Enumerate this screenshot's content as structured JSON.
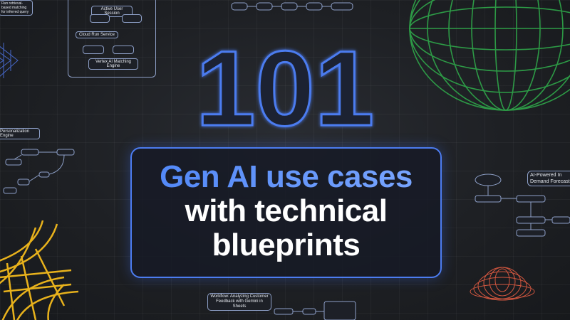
{
  "hero": {
    "number": "101",
    "line1": "Gen AI use cases",
    "line2": "with technical",
    "line3": "blueprints"
  },
  "diagrams": {
    "top_left_note": "Run retrieval-based matching for inferred query",
    "session": {
      "active_user_session": "Active User Session",
      "cloud_run_service": "Cloud Run Service",
      "vertex_engine": "Vertex AI Matching Engine"
    },
    "left_title": "Personalization Engine",
    "right_title": "AI-Powered In Demand Forecast",
    "bottom_title": "Workflow: Analyzing Customer Feedback with Gemini in Sheets"
  },
  "colors": {
    "accent_blue": "#4c7cf0",
    "green_mesh": "#2fa84a",
    "yellow_mesh": "#e8b21c",
    "red_mesh": "#d0563f"
  }
}
